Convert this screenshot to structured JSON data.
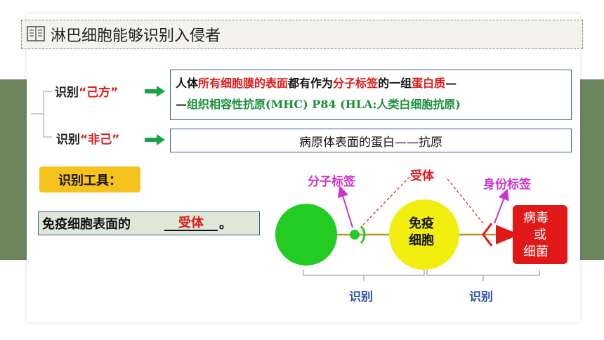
{
  "title": "淋巴细胞能够识别入侵者",
  "self": {
    "label_prefix": "识别",
    "label_quote": "“己方”",
    "definition": {
      "l1_a": "人体",
      "l1_b": "所有细胞膜的表面",
      "l1_c": "都有作为",
      "l1_d": "分子标签",
      "l1_e": "的一组",
      "l1_f": "蛋白质",
      "l1_g": "—",
      "l2_a": "—",
      "l2_b": "组织相容性抗原",
      "l2_c": "(MHC) P84 (HLA:人类白细胞抗原)"
    }
  },
  "nonself": {
    "label_prefix": "识别",
    "label_quote": "“非己”",
    "definition": "病原体表面的蛋白——抗原"
  },
  "tool": "识别工具：",
  "receptor": {
    "prefix": "免疫细胞表面的",
    "answer": "受体",
    "suffix": "。"
  },
  "diagram": {
    "molecular_tag": "分子标签",
    "receptor": "受体",
    "identity_tag": "身份标签",
    "immune_cell_l1": "免疫",
    "immune_cell_l2": "细胞",
    "pathogen_l1": "病毒",
    "pathogen_l2": "或",
    "pathogen_l3": "细菌",
    "recognize_left": "识别",
    "recognize_right": "识别"
  },
  "colors": {
    "accent_red": "#e01818",
    "accent_green": "#1a8f3a",
    "band_green": "#6e8660",
    "tool_yellow": "#f6c21e",
    "cell_green": "#22cc22",
    "immune_yellow": "#f2ee10",
    "pathogen_red": "#e01818",
    "tag_magenta": "#cc33cc",
    "recognize_blue": "#2a4fa8"
  }
}
